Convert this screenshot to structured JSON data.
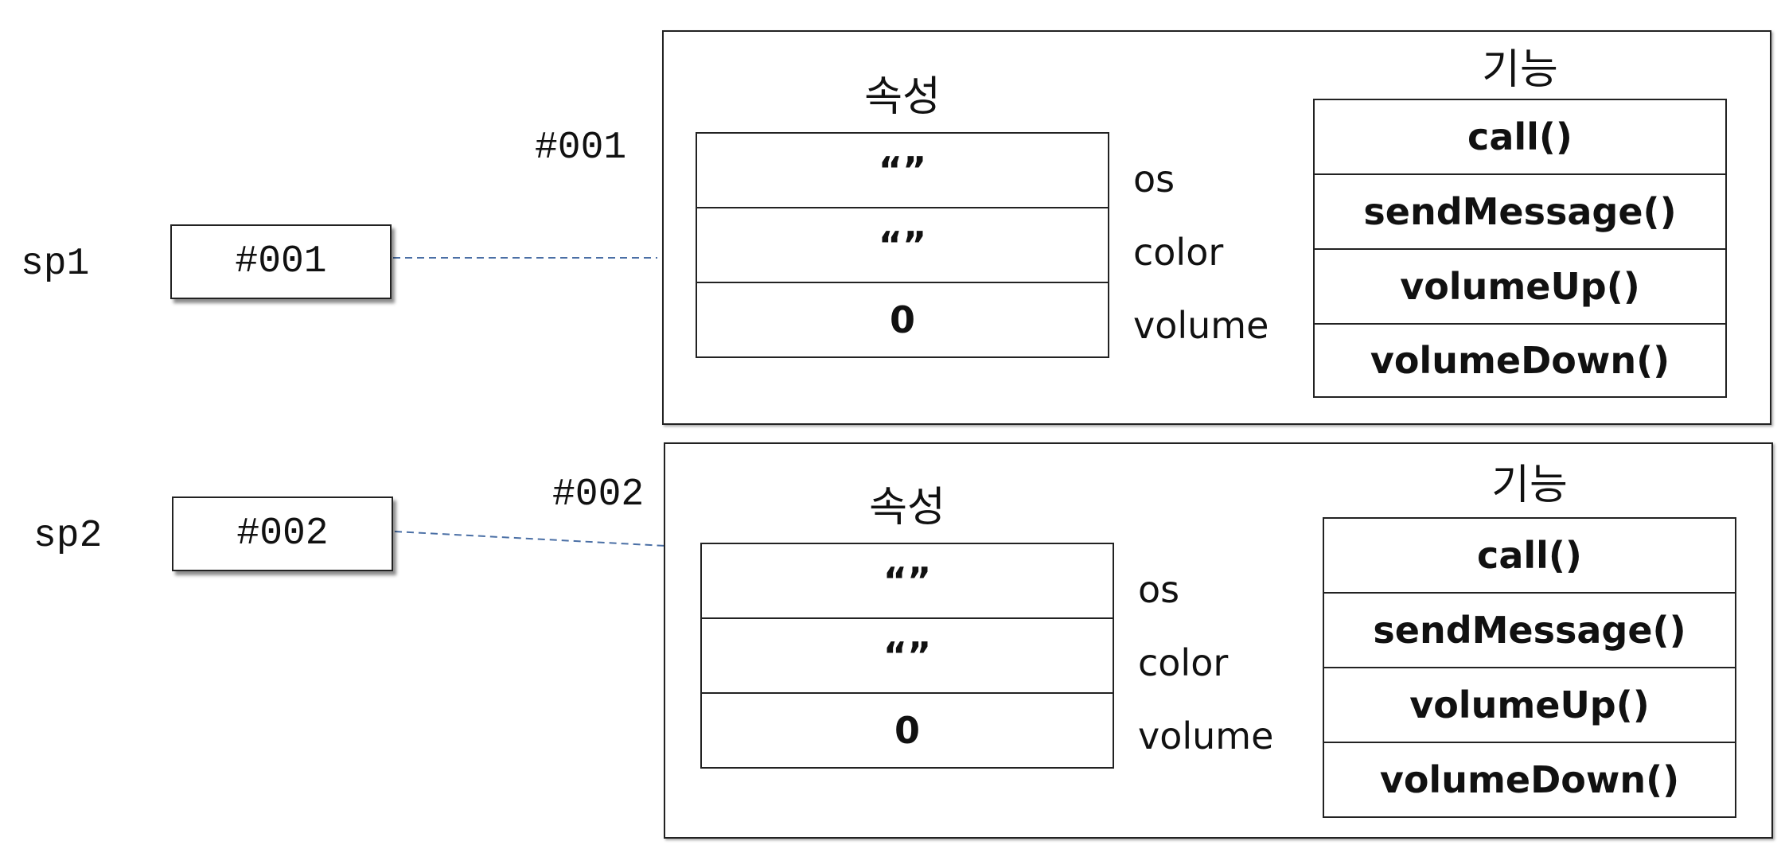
{
  "objects": [
    {
      "var_name": "sp1",
      "ref_value": "#001",
      "address_label": "#001",
      "attributes_heading": "속성",
      "functions_heading": "기능",
      "attributes": [
        {
          "value": "“”",
          "name": "os"
        },
        {
          "value": "“”",
          "name": "color"
        },
        {
          "value": "0",
          "name": "volume"
        }
      ],
      "functions": [
        "call()",
        "sendMessage()",
        "volumeUp()",
        "volumeDown()"
      ]
    },
    {
      "var_name": "sp2",
      "ref_value": "#002",
      "address_label": "#002",
      "attributes_heading": "속성",
      "functions_heading": "기능",
      "attributes": [
        {
          "value": "“”",
          "name": "os"
        },
        {
          "value": "“”",
          "name": "color"
        },
        {
          "value": "0",
          "name": "volume"
        }
      ],
      "functions": [
        "call()",
        "sendMessage()",
        "volumeUp()",
        "volumeDown()"
      ]
    }
  ],
  "colors": {
    "link_line": "#4a6fa5",
    "border": "#222222"
  }
}
